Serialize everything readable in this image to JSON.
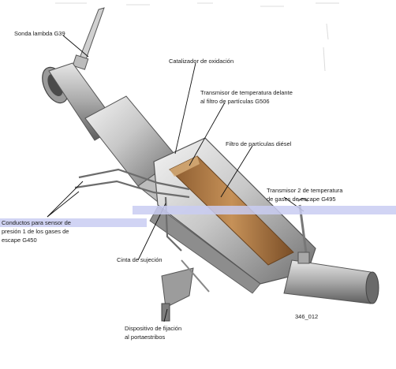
{
  "labels": {
    "sonda_lambda": "Sonda lambda G39",
    "catalizador": "Catalizador de oxidación",
    "transmisor_temp_1": "Transmisor de temperatura delante",
    "transmisor_temp_1b": "al filtro de partículas G506",
    "filtro": "Filtro de partículas diésel",
    "transmisor_temp_2": "Transmisor 2 de temperatura",
    "transmisor_temp_2b": "de gases de escape G495",
    "conductos": "Conductos para sensor de",
    "conductos_b": "presión 1 de los gases de",
    "conductos_c": "escape G450",
    "cinta": "Cinta de sujeción",
    "dispositivo": "Dispositivo de fijación",
    "dispositivo_b": "al portaestribos",
    "code": "346_012"
  },
  "colors": {
    "metal_light": "#e8e8e8",
    "metal_dark": "#7c7c7c",
    "filter_core": "#b07a44",
    "highlight_band": "#c9ccf2"
  }
}
